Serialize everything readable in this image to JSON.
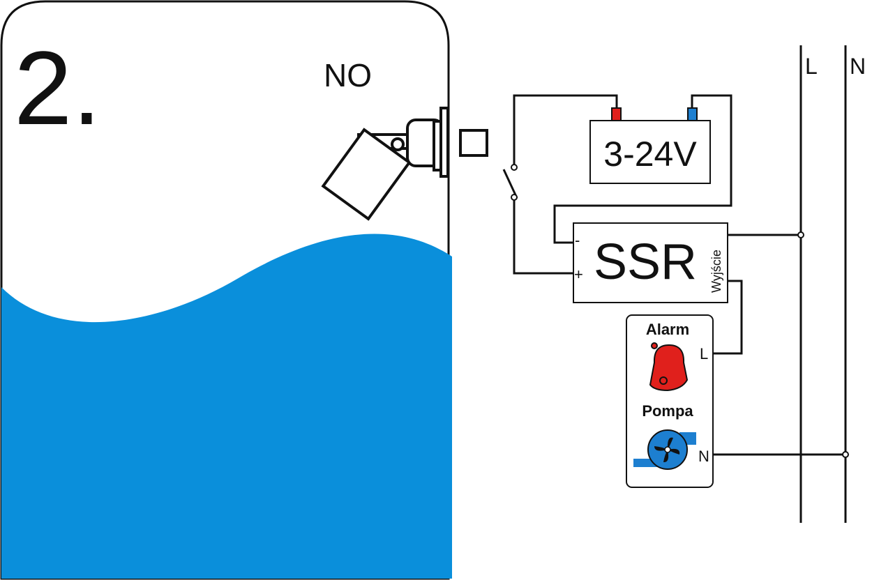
{
  "step_number": "2.",
  "contact_mode": "NO",
  "power_supply": {
    "label": "3-24V",
    "positive_color": "#e0201c",
    "negative_color": "#1d7fd0"
  },
  "ssr": {
    "label": "SSR",
    "minus": "-",
    "plus": "+",
    "output_label": "Wyjście"
  },
  "mains": {
    "line": "L",
    "neutral": "N"
  },
  "load": {
    "alarm_label": "Alarm",
    "alarm_icon": "bell-icon",
    "alarm_color": "#e0201c",
    "pump_label": "Pompa",
    "pump_icon": "pump-icon",
    "pump_color": "#1d7fd0",
    "line_terminal": "L",
    "neutral_terminal": "N"
  },
  "water_color": "#0a8fdb"
}
